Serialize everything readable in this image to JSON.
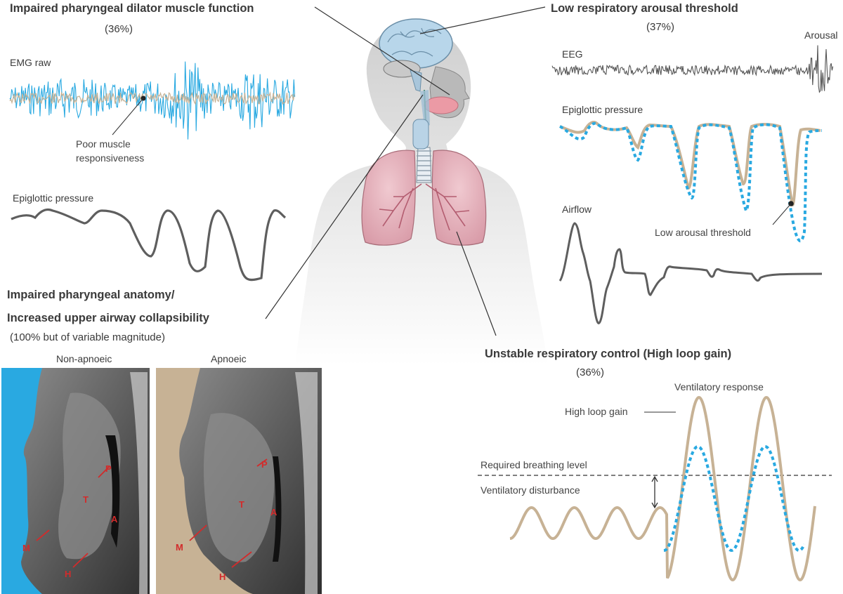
{
  "colors": {
    "blue": "#29a9e1",
    "tan": "#c7b295",
    "grey_trace": "#5a5a5a",
    "silhouette": "#dcdcdc",
    "lung_pink": "#e8b4bf",
    "airway_pointer_red": "#d22b2b"
  },
  "dilator": {
    "title": "Impaired pharyngeal dilator muscle function",
    "percent": "(36%)",
    "emg_label": "EMG raw",
    "annotation_line1": "Poor muscle",
    "annotation_line2": "responsiveness",
    "epiglottic_label": "Epiglottic pressure"
  },
  "arousal": {
    "title": "Low respiratory arousal threshold",
    "percent": "(37%)",
    "eeg_label": "EEG",
    "arousal_label": "Arousal",
    "epiglottic_label": "Epiglottic pressure",
    "airflow_label": "Airflow",
    "annotation": "Low arousal threshold"
  },
  "anatomy": {
    "title_line1": "Impaired pharyngeal anatomy/",
    "title_line2": "Increased upper airway collapsibility",
    "subtitle": "(100% but of variable magnitude)",
    "left_caption": "Non-apnoeic",
    "right_caption": "Apnoeic",
    "marks": {
      "p": "P",
      "t": "T",
      "a": "A",
      "m": "M",
      "h": "H"
    }
  },
  "loop_gain": {
    "title": "Unstable respiratory control (High loop gain)",
    "percent": "(36%)",
    "ventilatory_response": "Ventilatory response",
    "high_loop_gain": "High loop gain",
    "required_level": "Required breathing level",
    "disturbance": "Ventilatory disturbance"
  },
  "icons": [
    "brain-icon",
    "lungs-icon",
    "human-silhouette-icon",
    "mri-head-scan-icon"
  ]
}
